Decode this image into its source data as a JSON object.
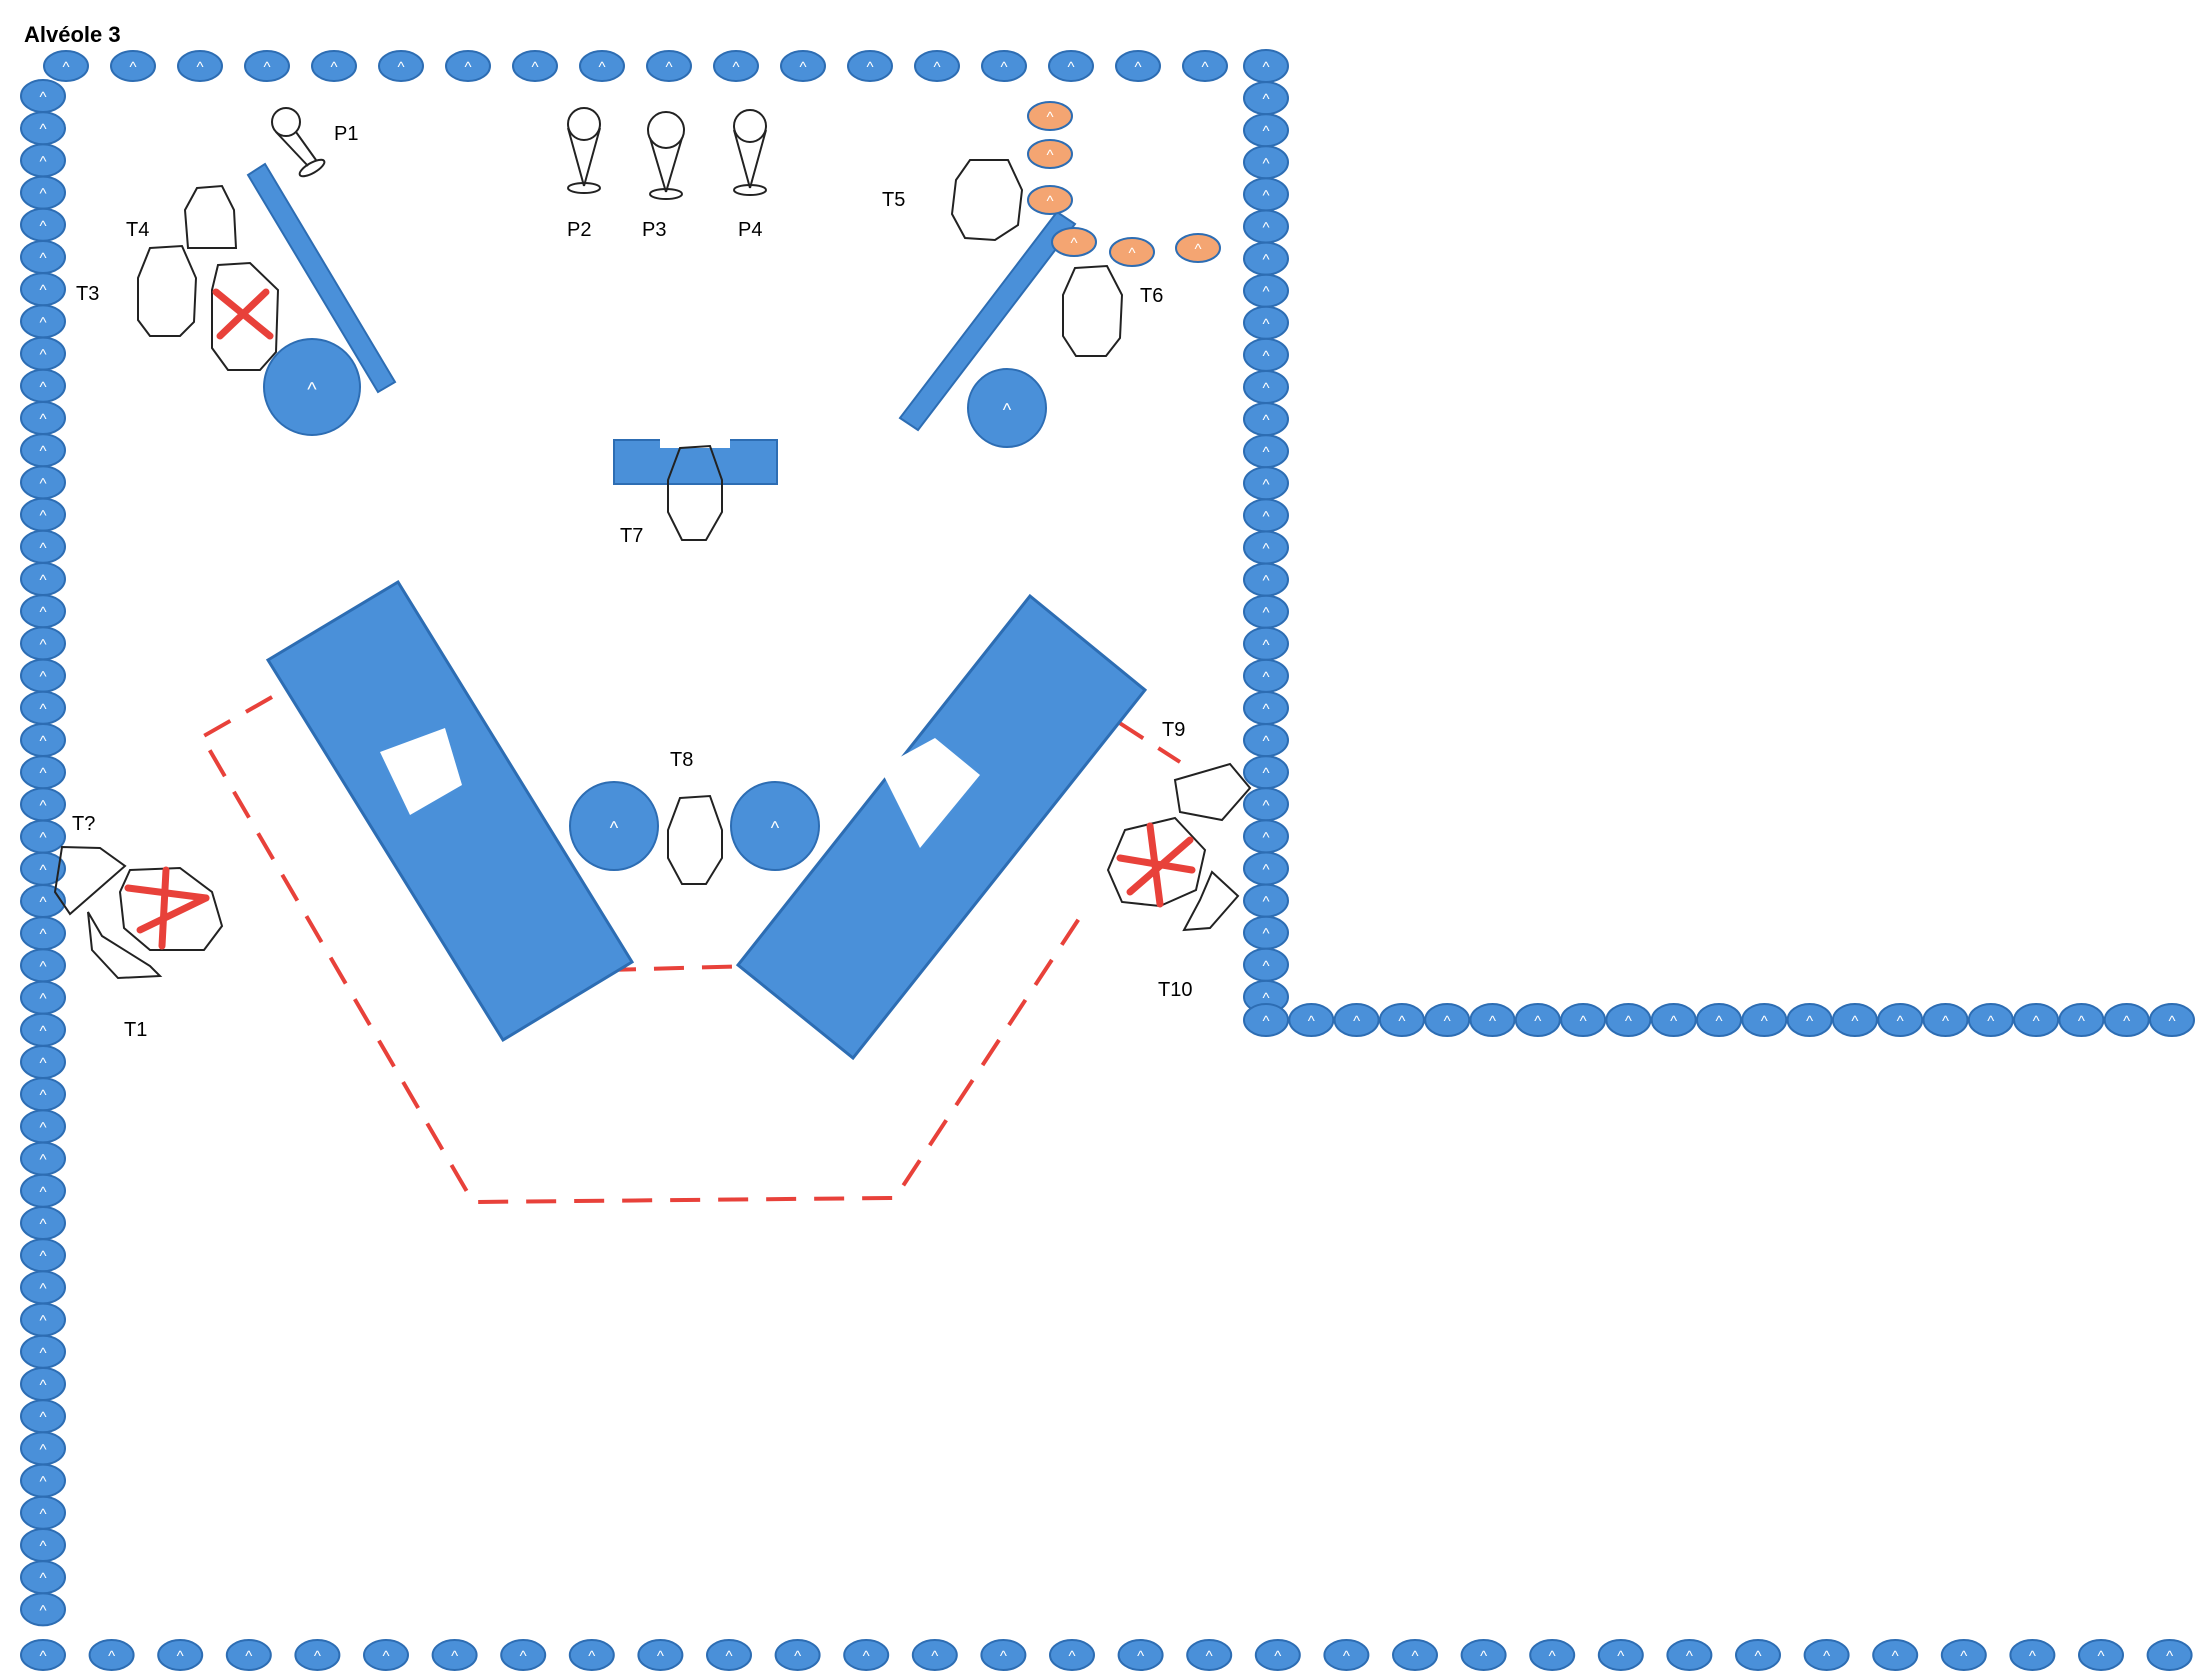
{
  "title": "Alvéole 3",
  "symbols": {
    "plant_glyph": "^",
    "blue_fill": "#4a90d9",
    "blue_edge": "#2d6db3",
    "orange_fill": "#f4a572",
    "red_mark": "#e8413a",
    "outline": "#222222"
  },
  "labels": {
    "p1": "P1",
    "p2": "P2",
    "p3": "P3",
    "p4": "P4",
    "t1": "T1",
    "t2": "T?",
    "t3": "T3",
    "t4": "T4",
    "t5": "T5",
    "t6": "T6",
    "t7": "T7",
    "t8": "T8",
    "t9": "T9",
    "t10": "T10"
  }
}
